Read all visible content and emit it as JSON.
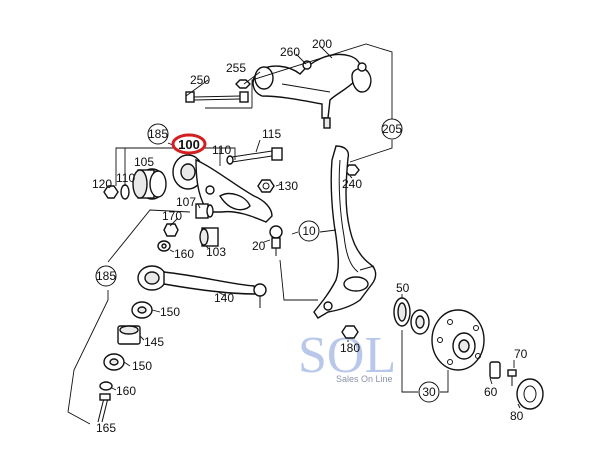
{
  "highlighted_part": "100",
  "part_labels": {
    "p200": "200",
    "p260": "260",
    "p255": "255",
    "p250": "250",
    "p185a": "185",
    "p100": "100",
    "p110a": "110",
    "p115": "115",
    "p205": "205",
    "p105": "105",
    "p120": "120",
    "p110b": "110",
    "p130": "130",
    "p240": "240",
    "p107": "107",
    "p170": "170",
    "p103": "103",
    "p160a": "160",
    "p20": "20",
    "p10": "10",
    "p185b": "185",
    "p140": "140",
    "p150a": "150",
    "p145": "145",
    "p150b": "150",
    "p160b": "160",
    "p165": "165",
    "p50": "50",
    "p180": "180",
    "p30": "30",
    "p70": "70",
    "p60": "60",
    "p80": "80"
  },
  "watermark": {
    "logo": "SOL",
    "tagline": "Sales On Line"
  },
  "colors": {
    "line": "#111111",
    "highlight": "#d21f1f",
    "watermark": "#b9c7ea"
  }
}
